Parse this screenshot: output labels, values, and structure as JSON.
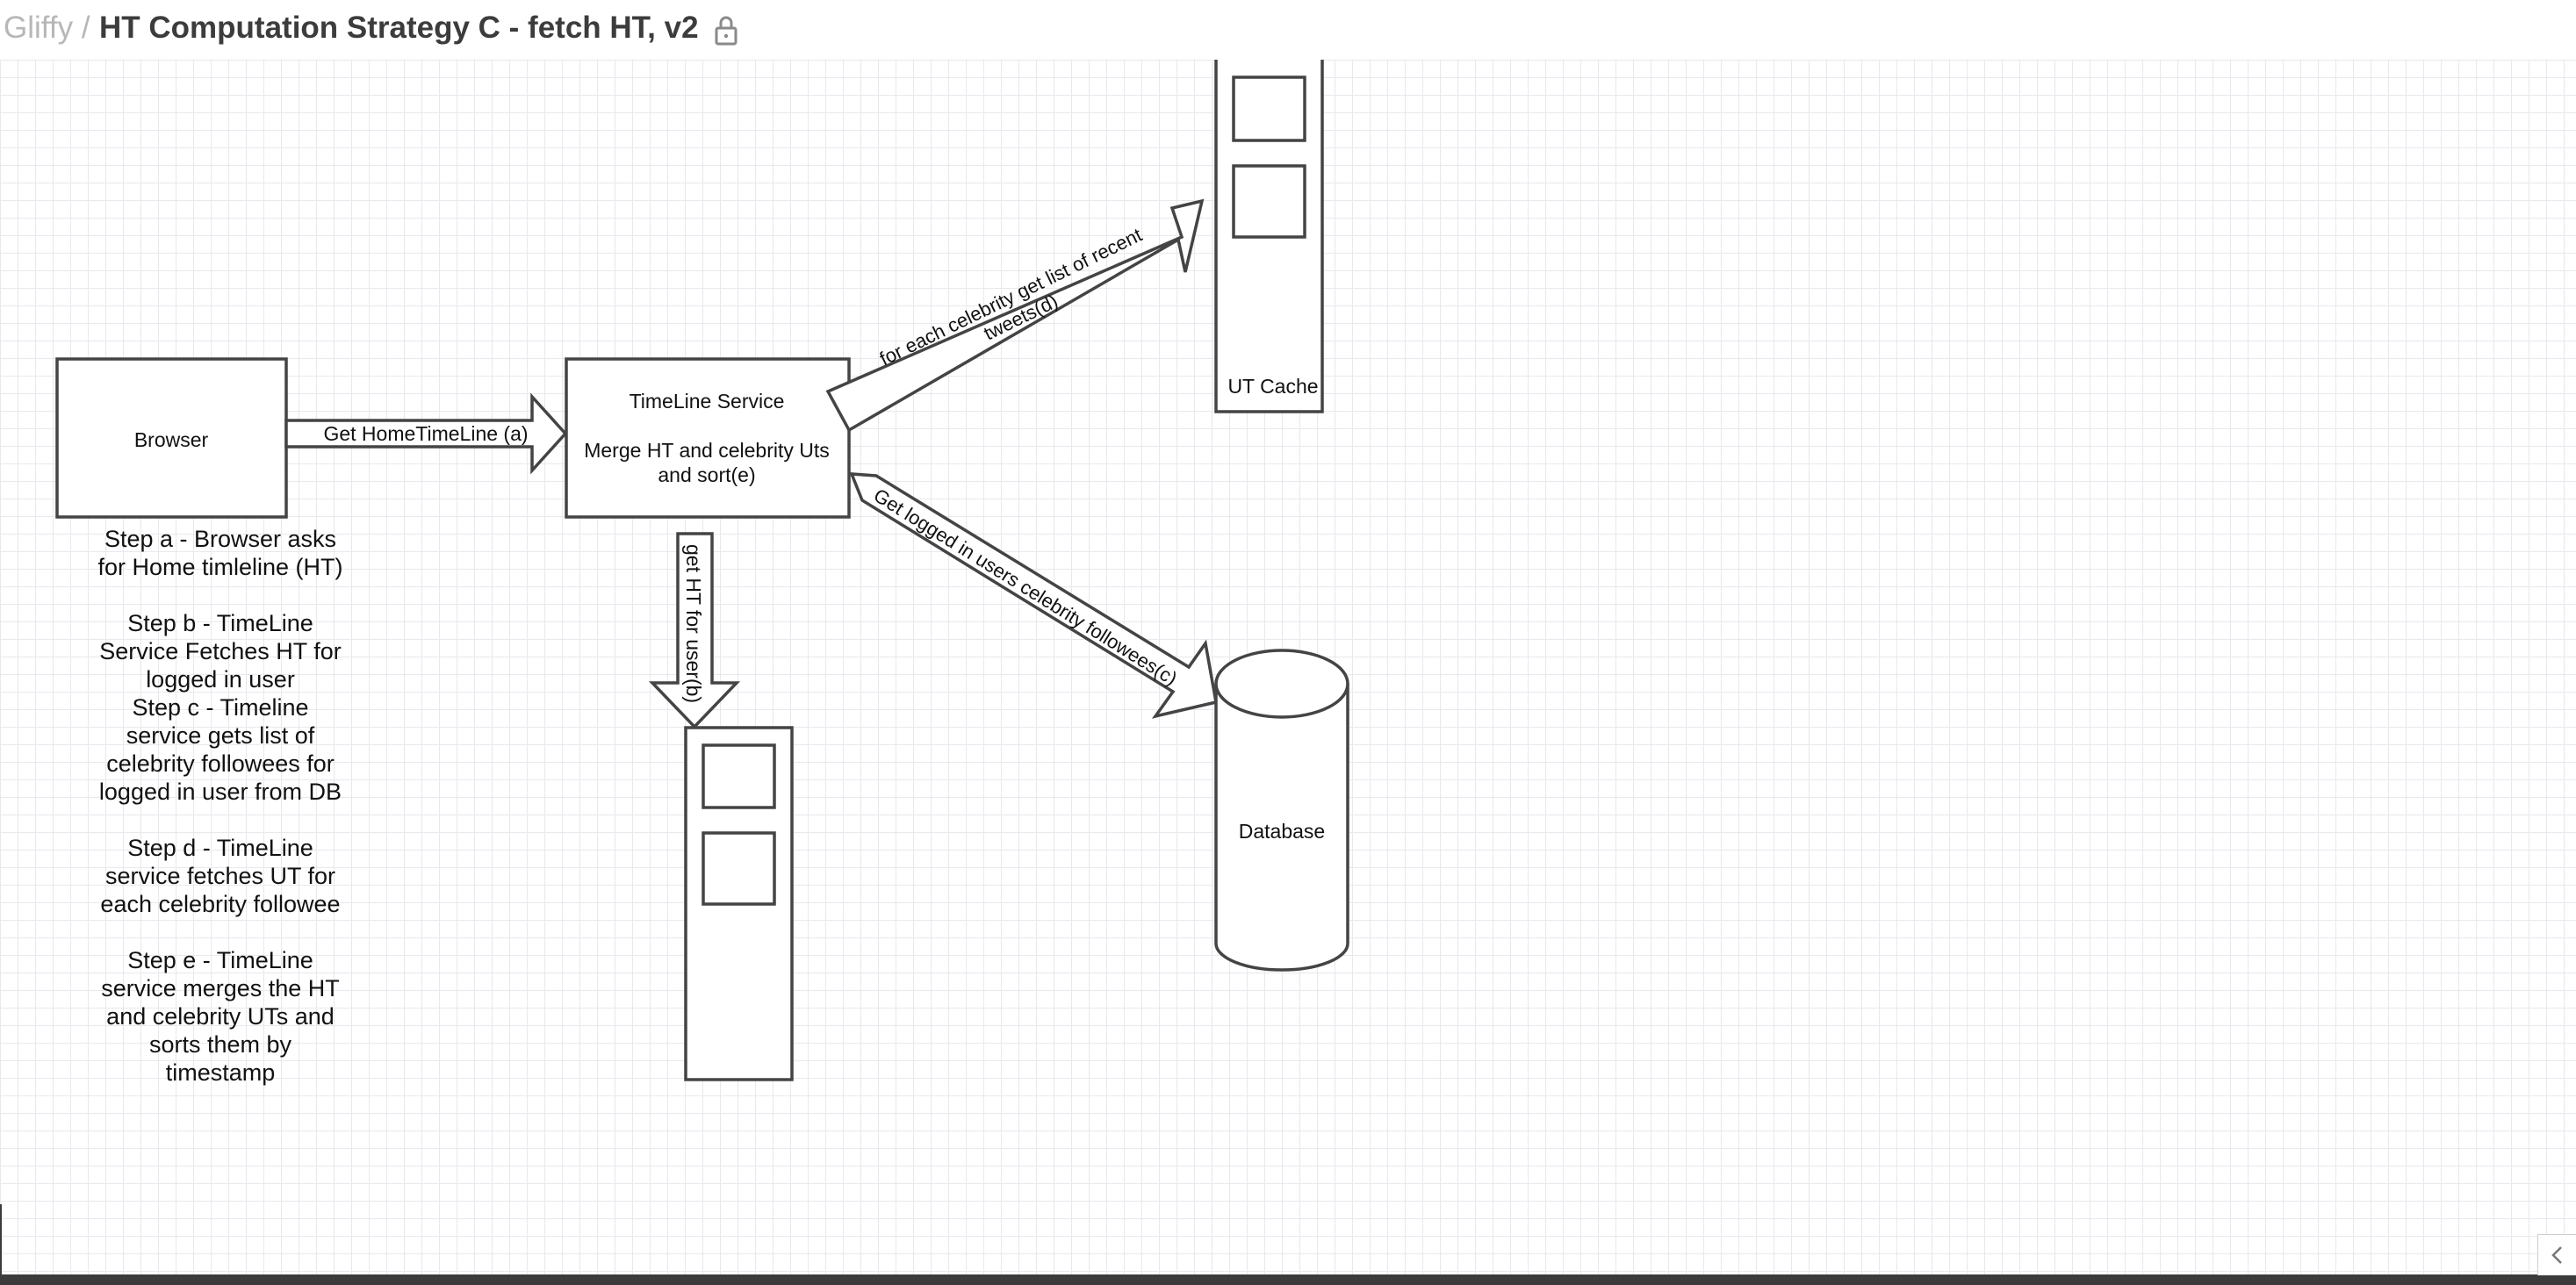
{
  "header": {
    "breadcrumb": "Gliffy /",
    "title": "HT Computation Strategy C - fetch HT, v2"
  },
  "icons": {
    "lock": "lock-icon",
    "collapse": "chevron-left-icon"
  },
  "colors": {
    "stroke": "#444444",
    "grid": "#e8e8ef",
    "title": "#3c3c3c",
    "breadcrumb": "#b7b7b7"
  },
  "diagram": {
    "browser": {
      "label": "Browser"
    },
    "timeline_service": {
      "title": "TimeLine Service",
      "line1": "Merge HT and celebrity Uts",
      "line2": "and sort(e)"
    },
    "ut_cache": {
      "label": "UT Cache"
    },
    "database": {
      "label": "Database"
    },
    "arrows": {
      "get_home_timeline": "Get HomeTimeLine (a)",
      "get_ht_for_user": "get HT for user(b)",
      "get_celebrity_followees": "Get logged in users celebrity followees(c)",
      "fetch_recent_tweets_line1": "for each celebrity  get list of recent",
      "fetch_recent_tweets_line2": "tweets(d)"
    },
    "steps_text": "Step a - Browser asks\nfor Home timleline (HT)\n\nStep b - TimeLine\nService Fetches HT for\nlogged in user\nStep c - Timeline\nservice gets list of\ncelebrity followees for\nlogged in user from DB\n\nStep d - TimeLine\nservice fetches UT for\neach celebrity followee\n\nStep e - TimeLine\nservice merges the HT\nand celebrity  UTs and\nsorts them by\ntimestamp"
  }
}
